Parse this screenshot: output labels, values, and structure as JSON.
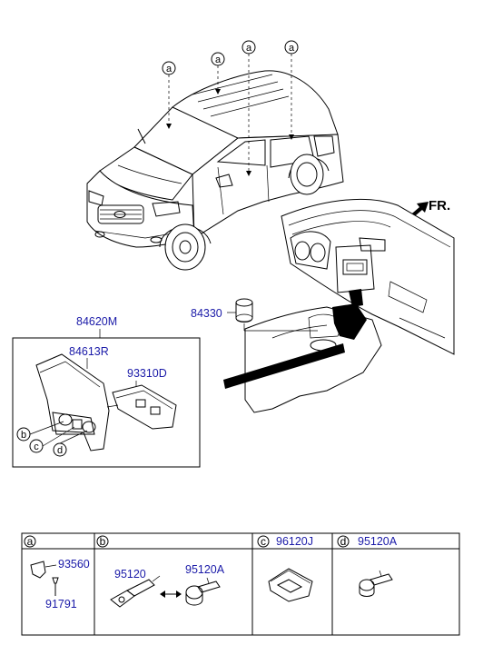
{
  "diagram": {
    "direction_label": "FR.",
    "callout_a_labels": [
      "a",
      "a",
      "a",
      "a"
    ],
    "callout_letters": {
      "b": "b",
      "c": "c",
      "d": "d"
    },
    "part_numbers": {
      "assembly": "84620M",
      "cover": "84613R",
      "switch": "93310D",
      "plug": "84330"
    }
  },
  "parts_table": {
    "columns": [
      {
        "letter": "a",
        "parts": [
          "93560",
          "91791"
        ]
      },
      {
        "letter": "b",
        "parts": [
          "95120",
          "95120A"
        ]
      },
      {
        "letter": "c",
        "parts": [
          "96120J"
        ]
      },
      {
        "letter": "d",
        "parts": [
          "95120A"
        ]
      }
    ]
  }
}
